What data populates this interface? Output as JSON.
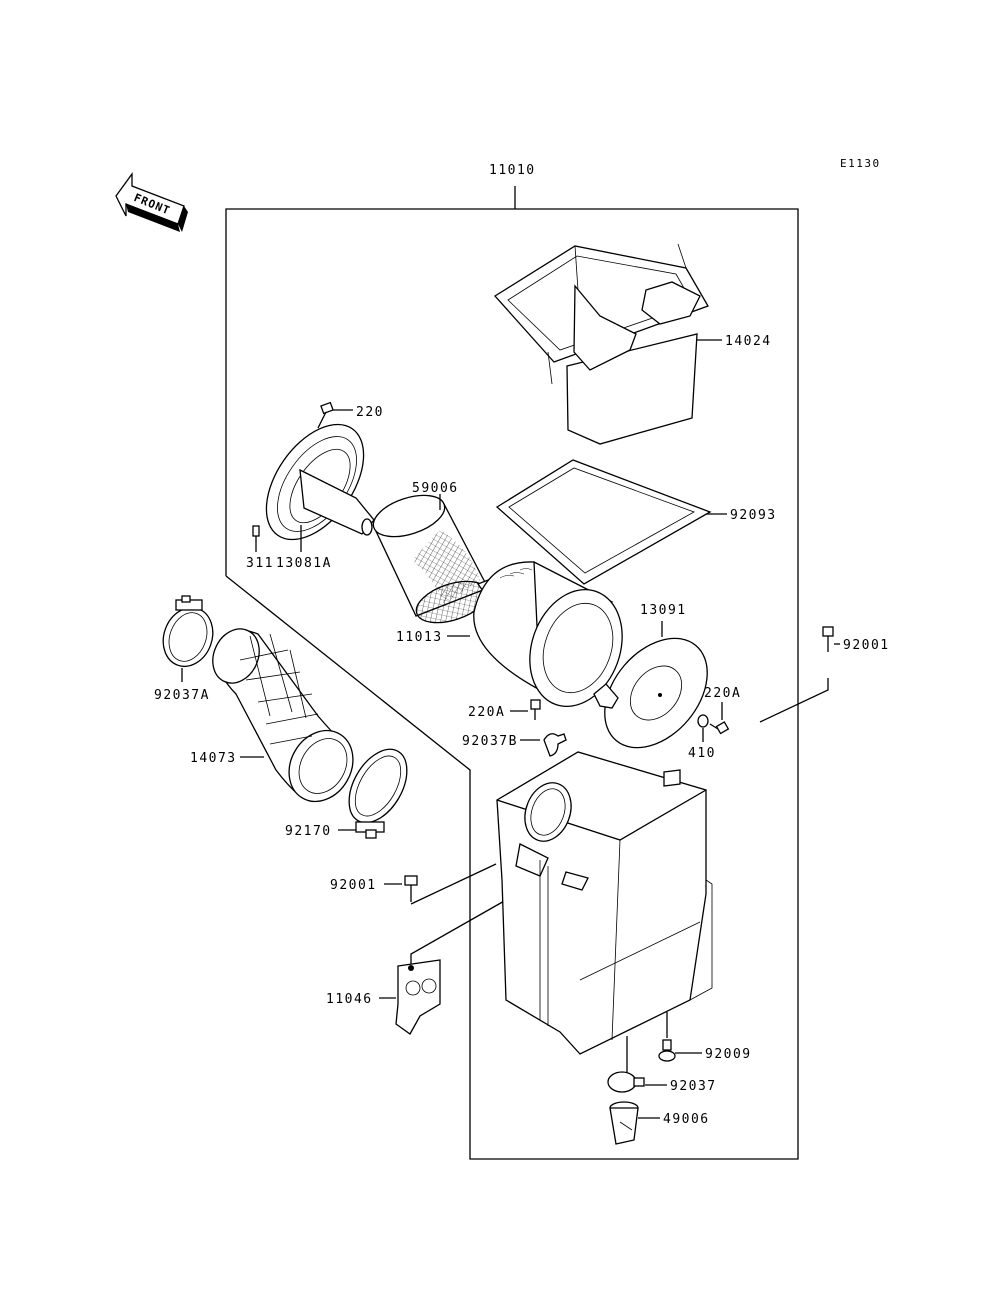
{
  "diagram_code": "E1130",
  "front_label": "FRONT",
  "parts": {
    "p11010": "11010",
    "p14024": "14024",
    "p220": "220",
    "p59006": "59006",
    "p92093": "92093",
    "p311": "311",
    "p13081A": "13081A",
    "p11013": "11013",
    "p13091": "13091",
    "p92001a": "92001",
    "p92037A": "92037A",
    "p220A_a": "220A",
    "p220A_b": "220A",
    "p92037B": "92037B",
    "p410": "410",
    "p14073": "14073",
    "p92170": "92170",
    "p92001b": "92001",
    "p11046": "11046",
    "p92009": "92009",
    "p92037": "92037",
    "p49006": "49006"
  }
}
